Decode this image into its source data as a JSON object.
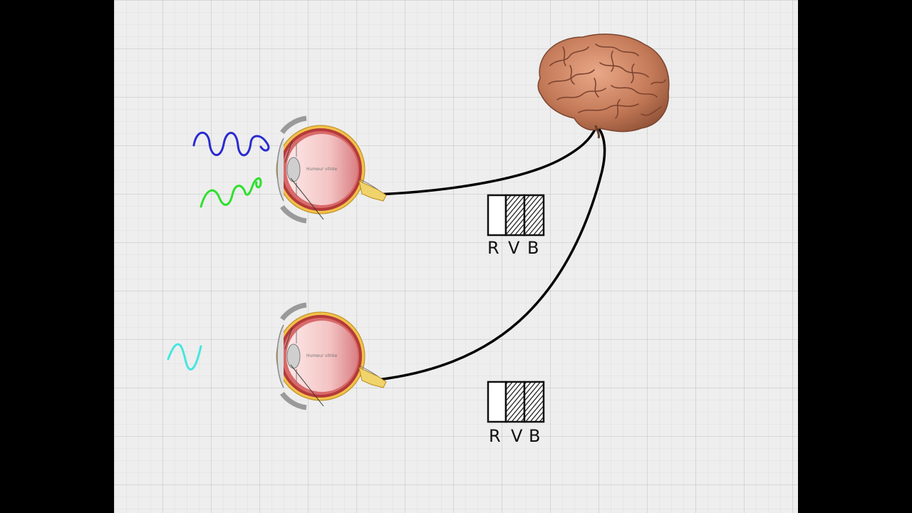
{
  "eye_top": {
    "label": "Humeur vitrée"
  },
  "eye_bottom": {
    "label": "Humeur vitrée"
  },
  "meter_top": {
    "labels": [
      "R",
      "V",
      "B"
    ]
  },
  "meter_bottom": {
    "labels": [
      "R",
      "V",
      "B"
    ]
  },
  "colors": {
    "wave_blue": "#2a2ad0",
    "wave_green": "#2ee02e",
    "wave_cyan": "#46e6e0",
    "nerve": "#000000",
    "brain": "#d08a6a"
  }
}
